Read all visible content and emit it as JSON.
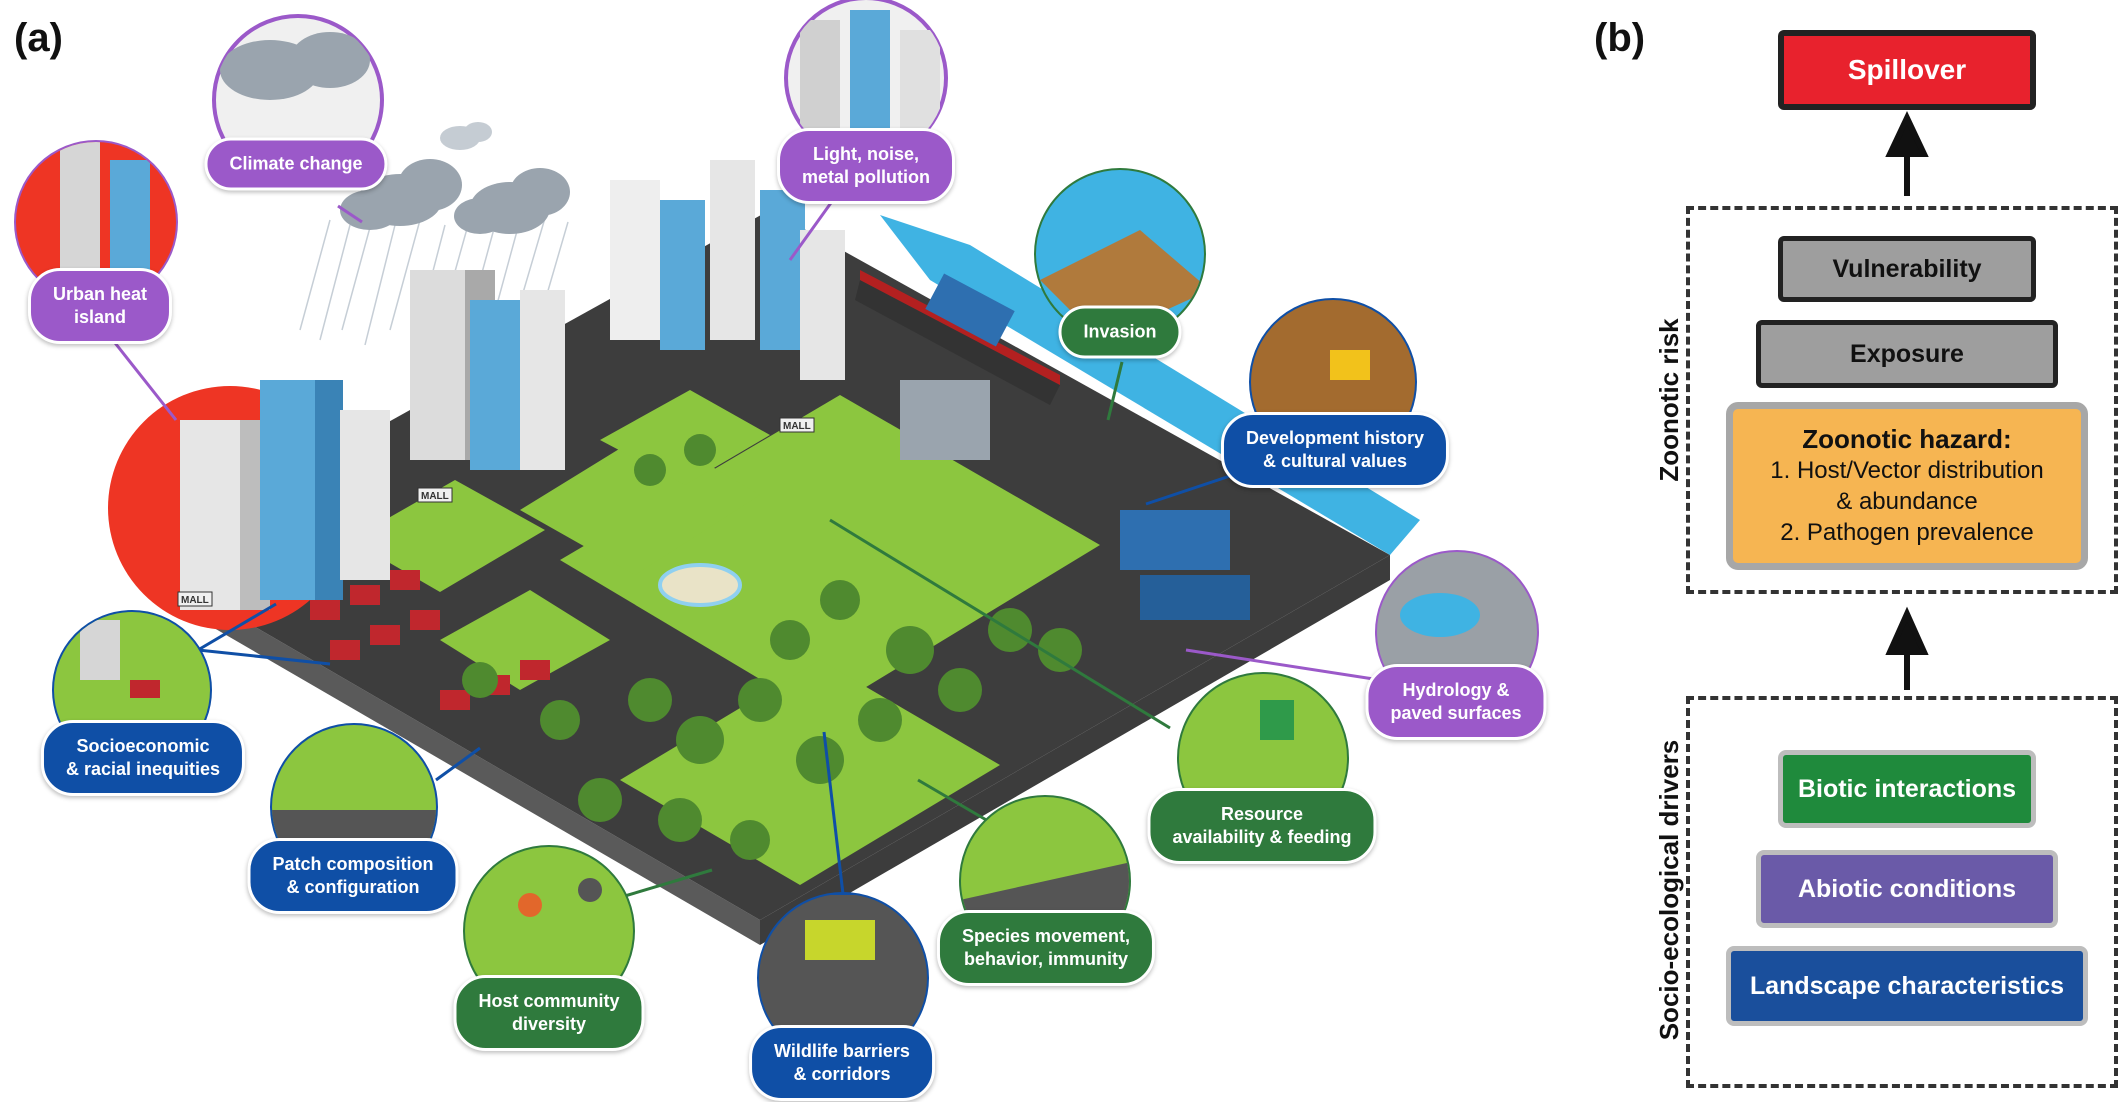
{
  "panel_a": {
    "letter": "(a)",
    "labels": {
      "climate_change": "Climate change",
      "light_noise": [
        "Light, noise,",
        "metal pollution"
      ],
      "urban_heat": [
        "Urban heat",
        "island"
      ],
      "invasion": "Invasion",
      "development": [
        "Development history",
        "& cultural values"
      ],
      "hydrology": [
        "Hydrology &",
        "paved surfaces"
      ],
      "socioeconomic": [
        "Socioeconomic",
        "& racial inequities"
      ],
      "resource": [
        "Resource",
        "availability & feeding"
      ],
      "patch": [
        "Patch composition",
        "& configuration"
      ],
      "species_movement": [
        "Species movement,",
        "behavior, immunity"
      ],
      "host_community": [
        "Host community",
        "diversity"
      ],
      "wildlife_barriers": [
        "Wildlife barriers",
        "& corridors"
      ]
    },
    "signs": [
      "MALL",
      "MALL",
      "MALL"
    ],
    "colors": {
      "purple": "#9b59c9",
      "green": "#2f7a3d",
      "blue": "#0f4fa6",
      "grass": "#8cc63f",
      "road": "#3d3d3d",
      "water": "#3fb3e3",
      "heat": "#ee3524"
    }
  },
  "panel_b": {
    "letter": "(b)",
    "spillover": "Spillover",
    "zoonotic_risk_label": "Zoonotic risk",
    "vulnerability": "Vulnerability",
    "exposure": "Exposure",
    "hazard": {
      "title": "Zoonotic hazard:",
      "line1": "1. Host/Vector distribution",
      "line2": "& abundance",
      "line3": "2. Pathogen prevalence"
    },
    "drivers_label": "Socio-ecological drivers",
    "biotic": "Biotic interactions",
    "abiotic": "Abiotic conditions",
    "landscape": "Landscape characteristics",
    "colors": {
      "spillover": "#e8222d",
      "grey": "#9e9e9e",
      "hazard": "#f6b552",
      "biotic": "#1f8a3c",
      "abiotic": "#6a5aa8",
      "landscape": "#1a4f9c"
    }
  }
}
